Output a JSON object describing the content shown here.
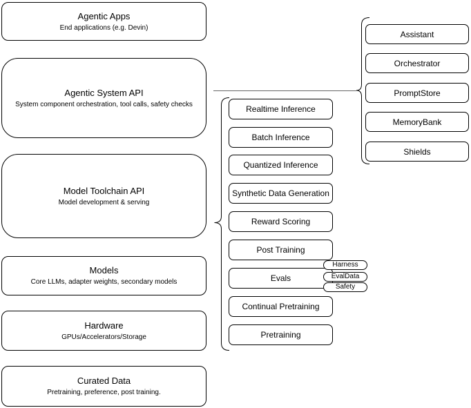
{
  "diagram": {
    "left_stack": [
      {
        "title": "Agentic Apps",
        "subtitle": "End applications (e.g. Devin)"
      },
      {
        "title": "Agentic System API",
        "subtitle": "System component orchestration, tool calls, safety checks"
      },
      {
        "title": "Model Toolchain API",
        "subtitle": "Model development & serving"
      },
      {
        "title": "Models",
        "subtitle": "Core LLMs, adapter weights, secondary models"
      },
      {
        "title": "Hardware",
        "subtitle": "GPUs/Accelerators/Storage"
      },
      {
        "title": "Curated Data",
        "subtitle": "Pretraining, preference, post training."
      }
    ],
    "toolchain_components": [
      "Realtime Inference",
      "Batch Inference",
      "Quantized Inference",
      "Synthetic Data Generation",
      "Reward Scoring",
      "Post Training",
      "Evals",
      "Continual Pretraining",
      "Pretraining"
    ],
    "eval_tags": [
      "Harness",
      "EvalData",
      "Safety"
    ],
    "system_components": [
      "Assistant",
      "Orchestrator",
      "PromptStore",
      "MemoryBank",
      "Shields"
    ],
    "colors": {
      "node_stroke": "#000000",
      "background": "#ffffff",
      "text": "#000000",
      "connector": "#666666"
    }
  }
}
